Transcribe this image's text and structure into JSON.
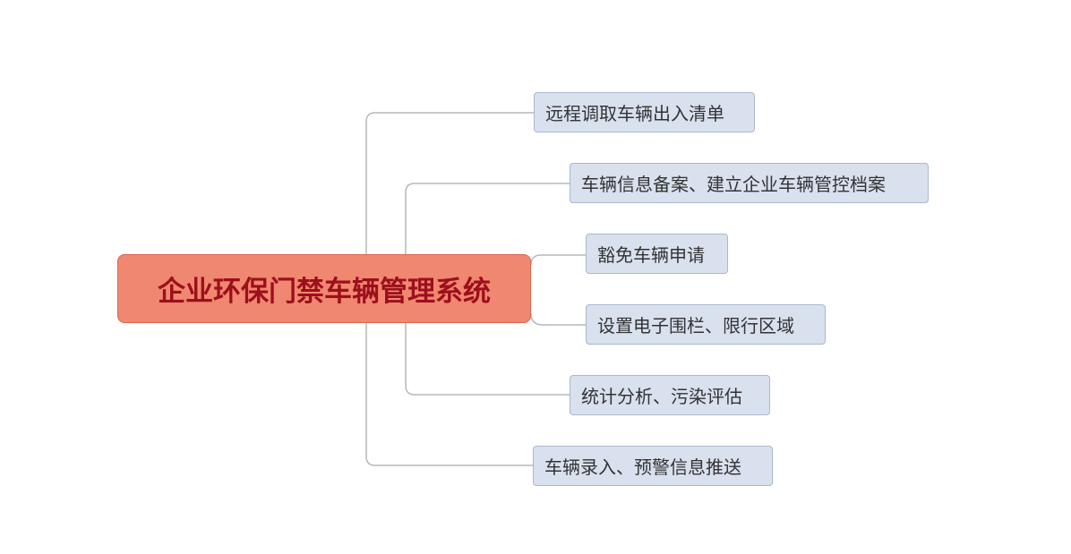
{
  "root": {
    "label": "企业环保门禁车辆管理系统"
  },
  "branches": [
    {
      "label": "远程调取车辆出入清单"
    },
    {
      "label": "车辆信息备案、建立企业车辆管控档案"
    },
    {
      "label": "豁免车辆申请"
    },
    {
      "label": "设置电子围栏、限行区域"
    },
    {
      "label": "统计分析、污染评估"
    },
    {
      "label": "车辆录入、预警信息推送"
    }
  ],
  "colors": {
    "root_fill": "#f08770",
    "root_text": "#9c0f1c",
    "branch_fill": "#d9e1ef",
    "branch_border": "#aab7cc",
    "connector": "#b4b9be"
  }
}
